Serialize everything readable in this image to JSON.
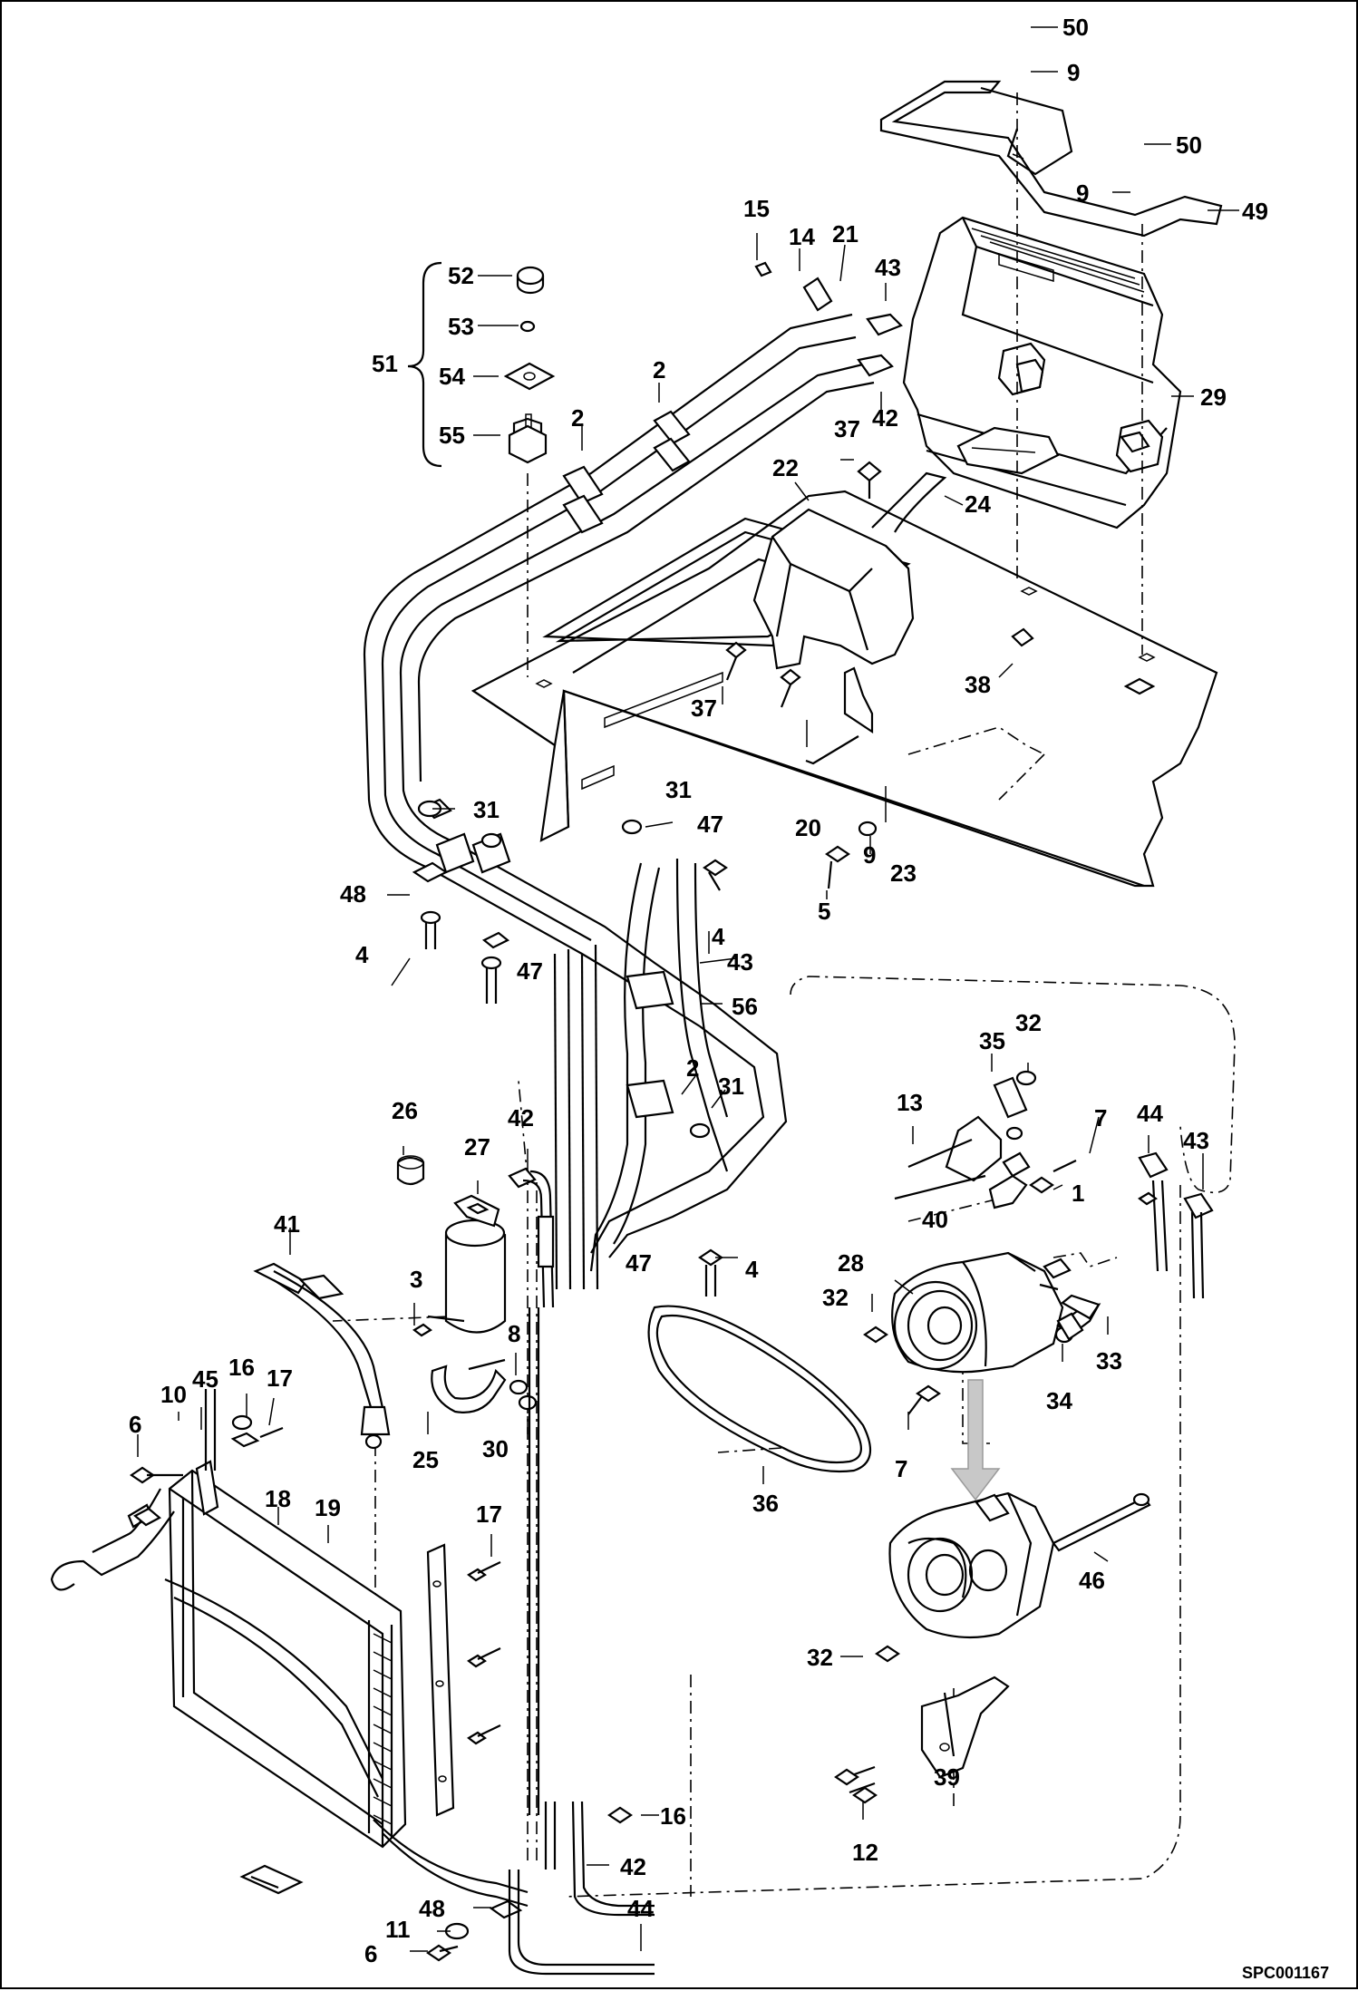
{
  "diagram": {
    "code": "SPC001167",
    "bracket_label": "51",
    "callouts": [
      {
        "id": "c50a",
        "text": "50"
      },
      {
        "id": "c9a",
        "text": "9"
      },
      {
        "id": "c50b",
        "text": "50"
      },
      {
        "id": "c9b",
        "text": "9"
      },
      {
        "id": "c49",
        "text": "49"
      },
      {
        "id": "c29",
        "text": "29"
      },
      {
        "id": "c15",
        "text": "15"
      },
      {
        "id": "c14",
        "text": "14"
      },
      {
        "id": "c21",
        "text": "21"
      },
      {
        "id": "c43a",
        "text": "43"
      },
      {
        "id": "c42a",
        "text": "42"
      },
      {
        "id": "c52",
        "text": "52"
      },
      {
        "id": "c53",
        "text": "53"
      },
      {
        "id": "c54",
        "text": "54"
      },
      {
        "id": "c55",
        "text": "55"
      },
      {
        "id": "c2a",
        "text": "2"
      },
      {
        "id": "c2b",
        "text": "2"
      },
      {
        "id": "c37a",
        "text": "37"
      },
      {
        "id": "c22",
        "text": "22"
      },
      {
        "id": "c24",
        "text": "24"
      },
      {
        "id": "c37b",
        "text": "37"
      },
      {
        "id": "c38",
        "text": "38"
      },
      {
        "id": "c31a",
        "text": "31"
      },
      {
        "id": "c31b",
        "text": "31"
      },
      {
        "id": "c47a",
        "text": "47"
      },
      {
        "id": "c20",
        "text": "20"
      },
      {
        "id": "c9c",
        "text": "9"
      },
      {
        "id": "c23",
        "text": "23"
      },
      {
        "id": "c5",
        "text": "5"
      },
      {
        "id": "c48a",
        "text": "48"
      },
      {
        "id": "c4a",
        "text": "4"
      },
      {
        "id": "c47b",
        "text": "47"
      },
      {
        "id": "c4b",
        "text": "4"
      },
      {
        "id": "c43b",
        "text": "43"
      },
      {
        "id": "c56",
        "text": "56"
      },
      {
        "id": "c2c",
        "text": "2"
      },
      {
        "id": "c31c",
        "text": "31"
      },
      {
        "id": "c35",
        "text": "35"
      },
      {
        "id": "c32a",
        "text": "32"
      },
      {
        "id": "c13",
        "text": "13"
      },
      {
        "id": "c7a",
        "text": "7"
      },
      {
        "id": "c44a",
        "text": "44"
      },
      {
        "id": "c43c",
        "text": "43"
      },
      {
        "id": "c1",
        "text": "1"
      },
      {
        "id": "c40",
        "text": "40"
      },
      {
        "id": "c26",
        "text": "26"
      },
      {
        "id": "c27",
        "text": "27"
      },
      {
        "id": "c42b",
        "text": "42"
      },
      {
        "id": "c41",
        "text": "41"
      },
      {
        "id": "c47c",
        "text": "47"
      },
      {
        "id": "c4c",
        "text": "4"
      },
      {
        "id": "c28",
        "text": "28"
      },
      {
        "id": "c32b",
        "text": "32"
      },
      {
        "id": "c3",
        "text": "3"
      },
      {
        "id": "c8",
        "text": "8"
      },
      {
        "id": "c34",
        "text": "34"
      },
      {
        "id": "c33",
        "text": "33"
      },
      {
        "id": "c45",
        "text": "45"
      },
      {
        "id": "c16a",
        "text": "16"
      },
      {
        "id": "c10",
        "text": "10"
      },
      {
        "id": "c17a",
        "text": "17"
      },
      {
        "id": "c6a",
        "text": "6"
      },
      {
        "id": "c25",
        "text": "25"
      },
      {
        "id": "c30",
        "text": "30"
      },
      {
        "id": "c36",
        "text": "36"
      },
      {
        "id": "c7b",
        "text": "7"
      },
      {
        "id": "c18",
        "text": "18"
      },
      {
        "id": "c19",
        "text": "19"
      },
      {
        "id": "c17b",
        "text": "17"
      },
      {
        "id": "c46",
        "text": "46"
      },
      {
        "id": "c32c",
        "text": "32"
      },
      {
        "id": "c39",
        "text": "39"
      },
      {
        "id": "c12",
        "text": "12"
      },
      {
        "id": "c16b",
        "text": "16"
      },
      {
        "id": "c42c",
        "text": "42"
      },
      {
        "id": "c48b",
        "text": "48"
      },
      {
        "id": "c11",
        "text": "11"
      },
      {
        "id": "c6b",
        "text": "6"
      },
      {
        "id": "c44b",
        "text": "44"
      }
    ]
  }
}
